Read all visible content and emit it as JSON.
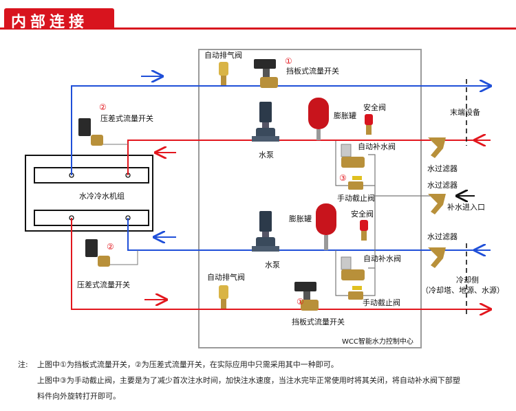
{
  "banner": {
    "title": "内部连接"
  },
  "labels": {
    "auto_vent_top": "自动排气阀",
    "baffle_switch_top": "挡板式流量开关",
    "diff_switch_top": "压差式流量开关",
    "expansion_tank_1": "膨胀罐",
    "safety_valve_1": "安全阀",
    "pump_1": "水泵",
    "auto_makeup_1": "自动补水阀",
    "manual_stop_1": "手动截止阀",
    "chiller": "水冷冷水机组",
    "terminal": "末端设备",
    "filter_1": "水过滤器",
    "filter_2": "水过滤器",
    "makeup_inlet": "补水进入口",
    "expansion_tank_2": "膨胀罐",
    "safety_valve_2": "安全阀",
    "filter_3": "水过滤器",
    "pump_2": "水泵",
    "auto_makeup_2": "自动补水阀",
    "diff_switch_bottom": "压差式流量开关",
    "auto_vent_bottom": "自动排气阀",
    "cooling_side": "冷却侧",
    "cooling_side_detail": "（冷却塔、地源、水源）",
    "manual_stop_2": "手动截止阀",
    "baffle_switch_bottom": "挡板式流量开关",
    "control_center": "WCC智能水力控制中心"
  },
  "markers": {
    "m1": "①",
    "m2": "②",
    "m3": "③"
  },
  "notes": {
    "prefix": "注:",
    "line1": "上图中①为挡板式流量开关，②为压差式流量开关，在实际应用中只需采用其中一种即可。",
    "line2": "上图中③为手动截止阀，主要是为了减少首次注水时间，加快注水速度，当注水完毕正常使用时将其关闭，将自动补水阀下部塑",
    "line3": "料件向外旋转打开即可。"
  },
  "colors": {
    "banner": "#d8141e",
    "supply": "#1f4fd8",
    "return": "#e2161d",
    "marker": "#e2161d",
    "box": "#9a9a9a"
  }
}
